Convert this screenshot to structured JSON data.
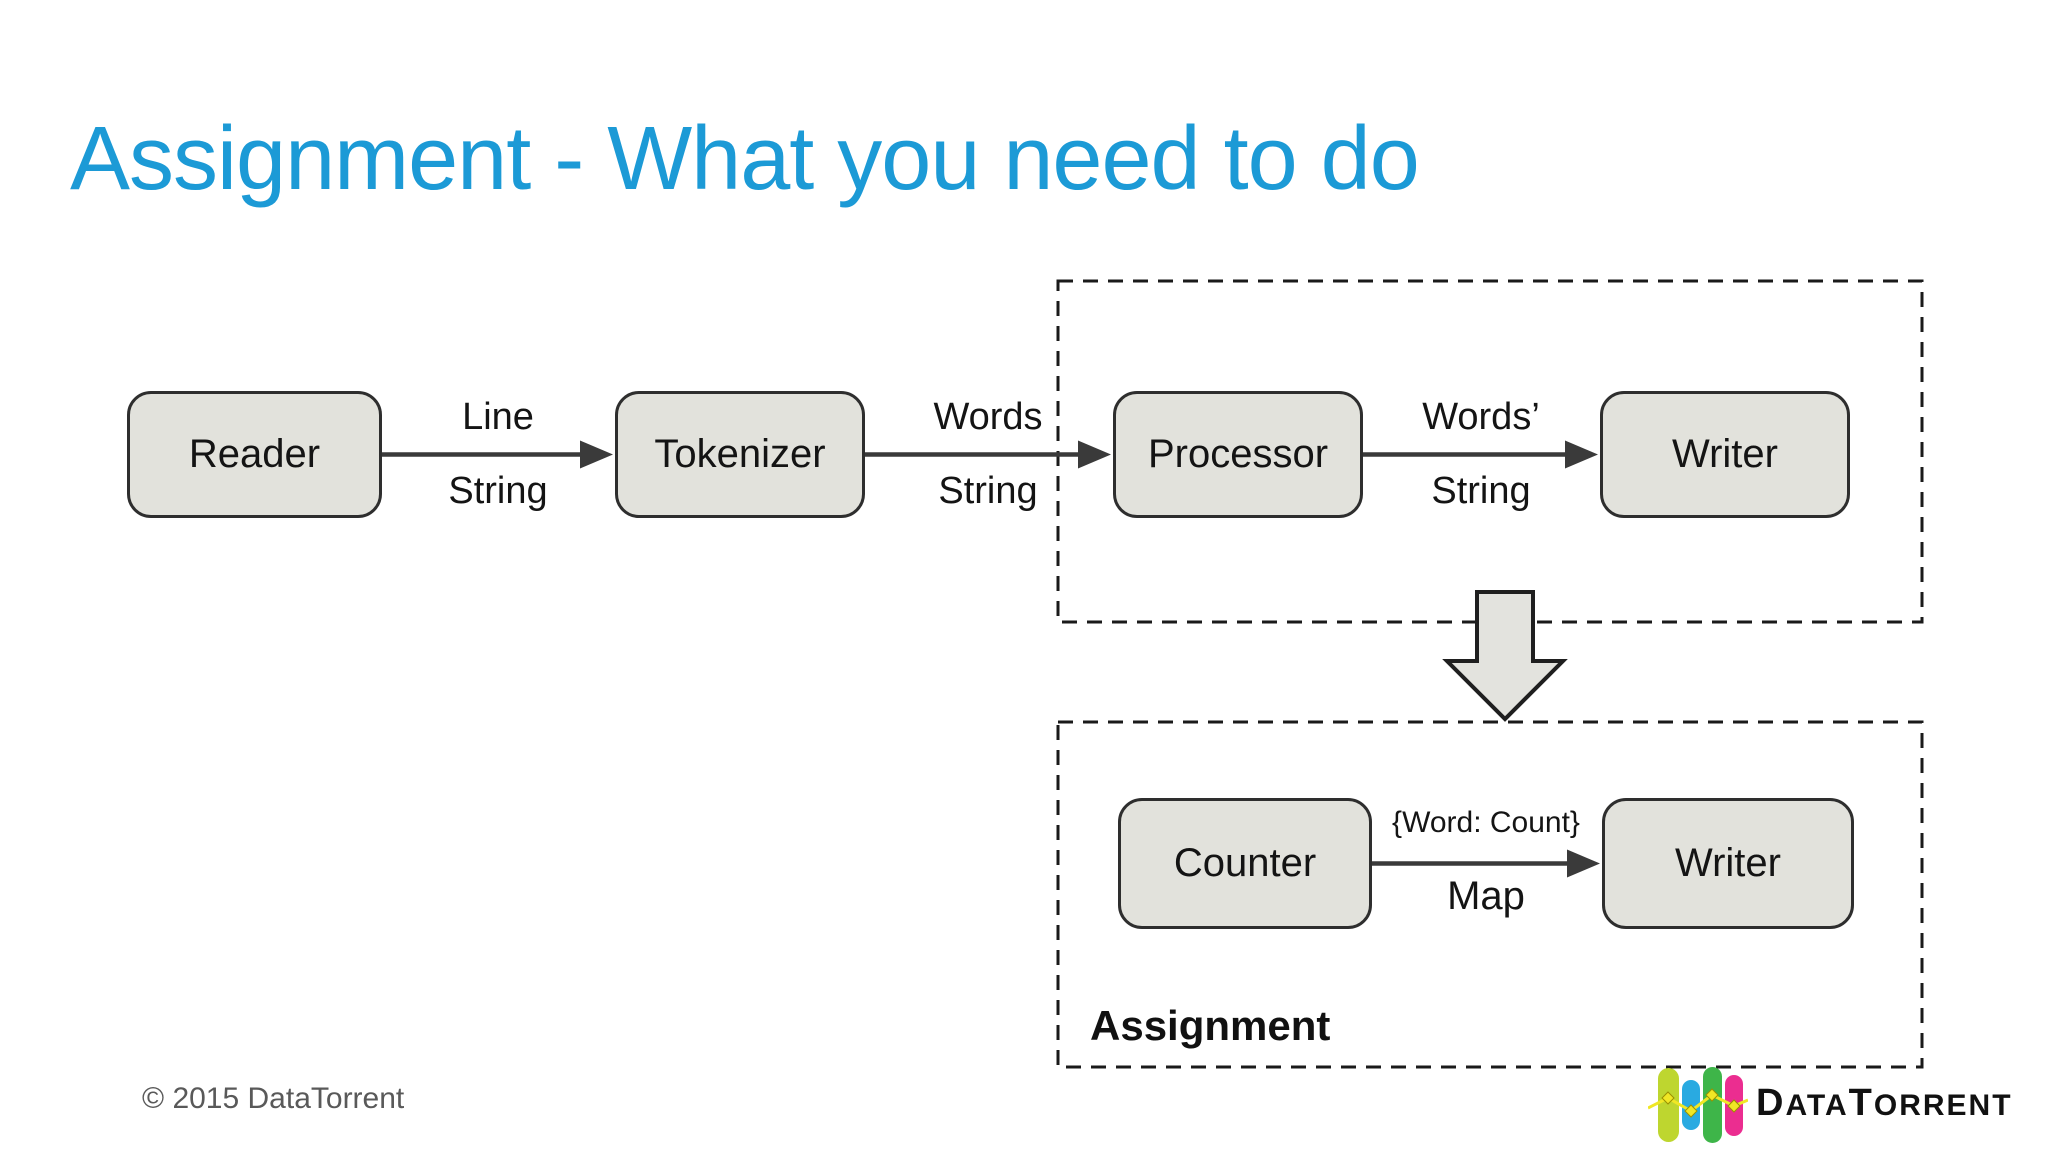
{
  "slide": {
    "title": "Assignment - What you need to do",
    "footer": {
      "copyright": "© 2015 DataTorrent"
    }
  },
  "pipeline": {
    "nodes": [
      {
        "label": "Reader"
      },
      {
        "label": "Tokenizer"
      },
      {
        "label": "Processor"
      },
      {
        "label": "Writer"
      }
    ],
    "edges": [
      {
        "top": "Line",
        "bottom": "String"
      },
      {
        "top": "Words",
        "bottom": "String"
      },
      {
        "top": "Words’",
        "bottom": "String"
      }
    ]
  },
  "assignment_group": {
    "label": "Assignment",
    "nodes": [
      {
        "label": "Counter"
      },
      {
        "label": "Writer"
      }
    ],
    "edge": {
      "top": "{Word: Count}",
      "bottom": "Map"
    }
  },
  "logo": {
    "part1": "D",
    "part2": "ATA",
    "part3": "T",
    "part4": "ORRENT"
  },
  "colors": {
    "title_blue": "#1c9ad6",
    "node_fill": "#e2e2dc",
    "node_border": "#2e2e2e",
    "line_dark": "#3a3a3a",
    "dash_dark": "#1a1a1a",
    "arrow_fill": "#e3e3de",
    "footer_gray": "#595959",
    "logo_lime": "#bed62f",
    "logo_blue": "#29aae1",
    "logo_green": "#3eb549",
    "logo_magenta": "#eb2d90",
    "logo_yellow": "#f0e725",
    "logo_text": "#111111"
  }
}
